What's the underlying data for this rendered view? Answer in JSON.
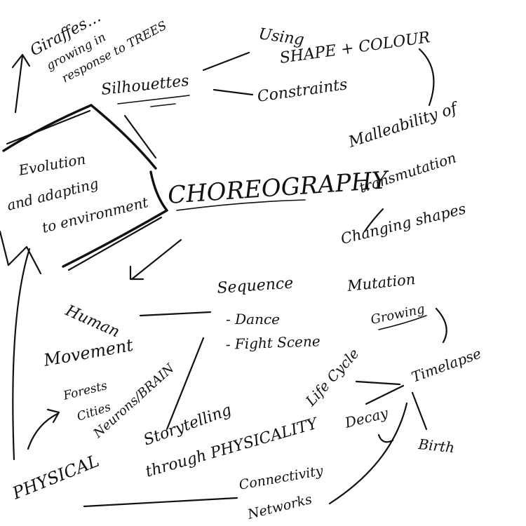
{
  "mindmap": {
    "center": "CHOREOGRAPHY",
    "giraffes": "Giraffes…",
    "growing_in": "growing in",
    "response_to_trees": "response to TREES",
    "silhouettes": "Silhouettes",
    "using": "Using",
    "shape_colour": "SHAPE + COLOUR",
    "constraints": "Constraints",
    "malleability": "Malleability of",
    "transmutation": "transmutation",
    "evolution": "Evolution",
    "adapting": "and adapting",
    "environment": "to environment",
    "changing_shapes": "Changing shapes",
    "mutation": "Mutation",
    "growing": "Growing",
    "human": "Human",
    "movement": "Movement",
    "sequence": "Sequence",
    "dance": "- Dance",
    "fight_scene": "- Fight Scene",
    "forests": "Forests",
    "cities": "Cities",
    "neurons_brain": "Neurons/BRAIN",
    "life_cycle": "Life Cycle",
    "timelapse": "Timelapse",
    "decay": "Decay",
    "birth": "Birth",
    "storytelling": "Storytelling",
    "through_physicality": "through PHYSICALITY",
    "physical": "PHYSICAL",
    "connectivity": "Connectivity",
    "networks": "Networks"
  }
}
